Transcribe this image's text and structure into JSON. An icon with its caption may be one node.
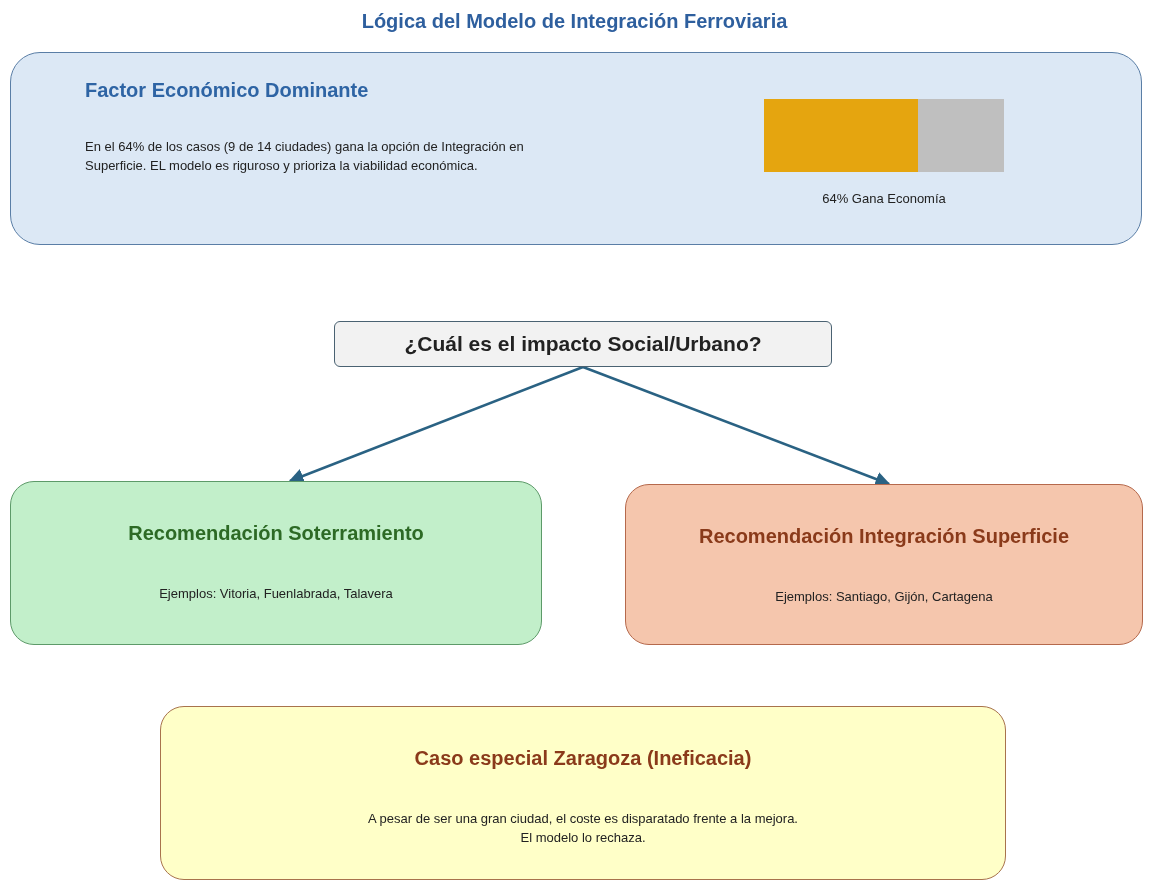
{
  "diagram": {
    "title": "Lógica del Modelo de Integración Ferroviaria",
    "nodes": [
      {
        "text": [
          "Factor Económico Dominante",
          "En el 64% de los casos (9 de 14 ciudades) gana la opción de Integración en Superficie. EL modelo es riguroso y prioriza la viabilidad económica."
        ]
      },
      {
        "text": [],
        "shape": "bar",
        "in": 0,
        "beside": [
          "64% Gana Economía"
        ]
      },
      {
        "text": [
          "¿Cuál es el impacto Social/Urbano?"
        ]
      },
      {
        "text": [
          "Recomendación Soterramiento",
          "Ejemplos: Vitoria, Fuenlabrada, Talavera"
        ]
      },
      {
        "text": [
          "Recomendación Integración Superficie",
          "Ejemplos: Santiago, Gijón, Cartagena"
        ]
      },
      {
        "text": [
          "Caso especial Zaragoza (Ineficacia)",
          "A pesar de ser una gran ciudad, el coste es disparatado frente a la mejora. El modelo lo rechaza."
        ]
      }
    ],
    "edges": [
      {
        "from": 2,
        "to": 3,
        "arrow": "to"
      },
      {
        "from": 2,
        "to": 4,
        "arrow": "to"
      }
    ]
  }
}
